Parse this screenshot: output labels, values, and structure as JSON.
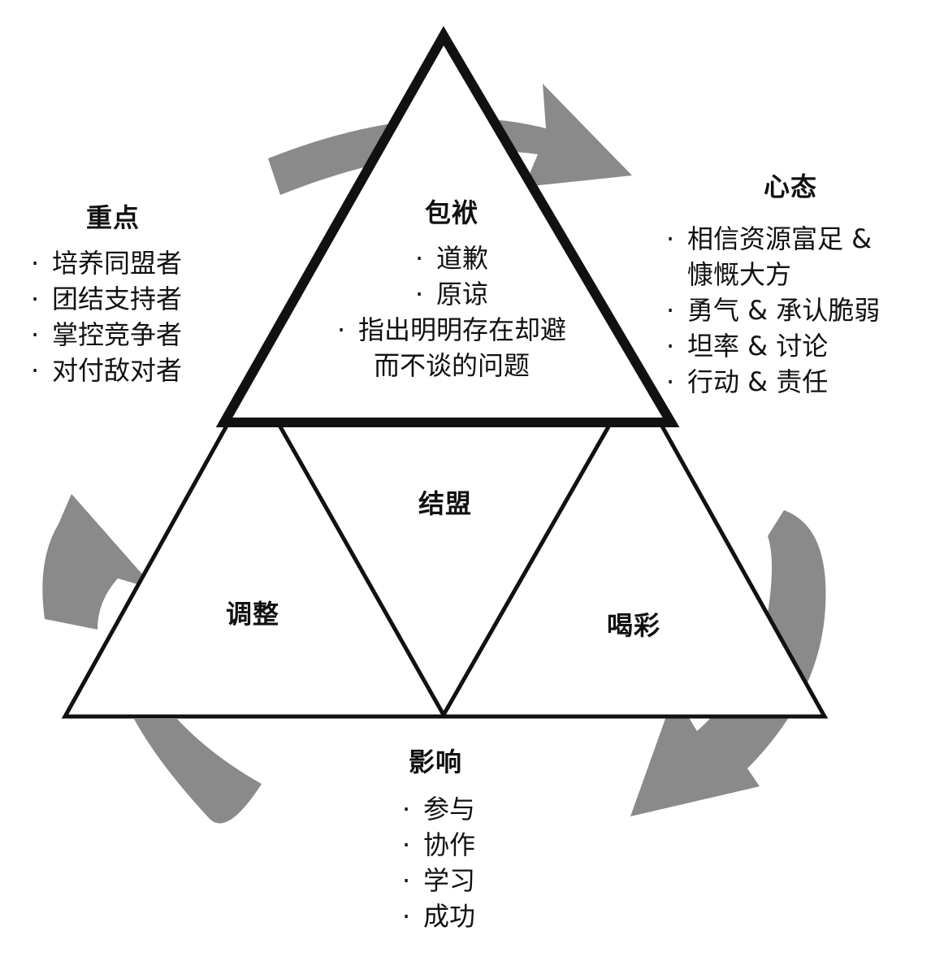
{
  "colors": {
    "arrow": "#8a8a8a",
    "stroke": "#111111",
    "fill": "#ffffff"
  },
  "top_triangle": {
    "title": "包袱",
    "items": [
      "道歉",
      "原谅",
      "指出明明存在却避"
    ],
    "continuation": "而不谈的问题"
  },
  "center_label": "结盟",
  "left_triangle_label": "调整",
  "right_triangle_label": "喝彩",
  "left_panel": {
    "title": "重点",
    "items": [
      "培养同盟者",
      "团结支持者",
      "掌控竞争者",
      "对付敌对者"
    ]
  },
  "right_panel": {
    "title": "心态",
    "items": [
      "相信资源富足 &",
      "勇气 & 承认脆弱",
      "坦率 & 讨论",
      "行动 & 责任"
    ],
    "continuation": "慷慨大方"
  },
  "bottom_panel": {
    "title": "影响",
    "items": [
      "参与",
      "协作",
      "学习",
      "成功"
    ]
  },
  "bullet_char": "·"
}
